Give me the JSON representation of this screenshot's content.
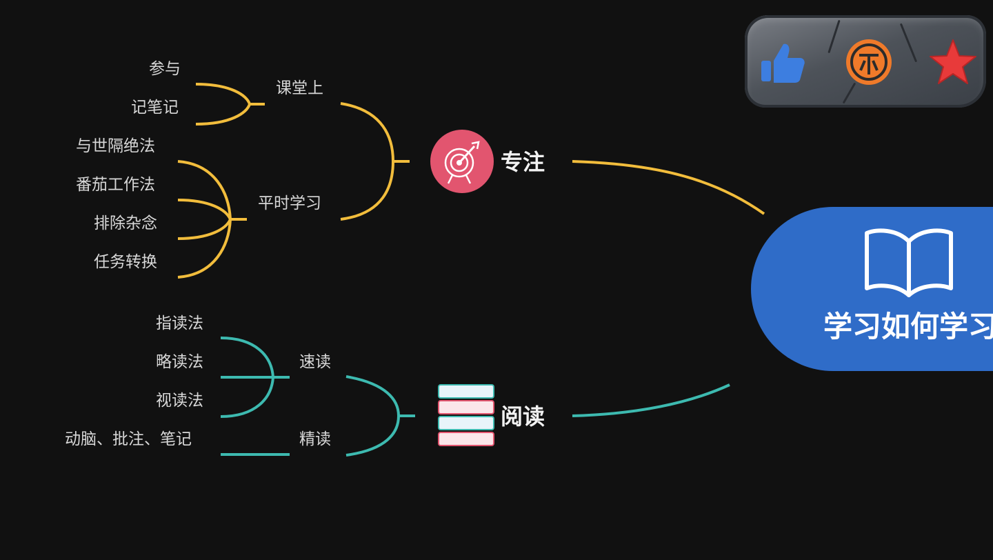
{
  "center": {
    "label": "学习如何学习",
    "icon": "open-book-icon",
    "color": "#2f6cc8"
  },
  "branches": {
    "focus": {
      "label": "专注",
      "icon": "target-dart-icon",
      "icon_color": "#e2556f",
      "color": "#f2bd3c",
      "groups": [
        {
          "label": "课堂上",
          "leaves": [
            "参与",
            "记笔记"
          ]
        },
        {
          "label": "平时学习",
          "leaves": [
            "与世隔绝法",
            "番茄工作法",
            "排除杂念",
            "任务转换"
          ]
        }
      ]
    },
    "reading": {
      "label": "阅读",
      "icon": "book-stack-icon",
      "color": "#3dbab0",
      "groups": [
        {
          "label": "速读",
          "leaves": [
            "指读法",
            "略读法",
            "视读法"
          ]
        },
        {
          "label": "精读",
          "leaves": [
            "动脑、批注、笔记"
          ]
        }
      ]
    }
  },
  "overlay_buttons": [
    {
      "name": "like-button",
      "icon": "thumbs-up-icon",
      "color": "#3d7ee0"
    },
    {
      "name": "coin-button",
      "icon": "coin-icon",
      "color": "#ef7a2a"
    },
    {
      "name": "favorite-button",
      "icon": "star-icon",
      "color": "#e83a3a"
    }
  ]
}
